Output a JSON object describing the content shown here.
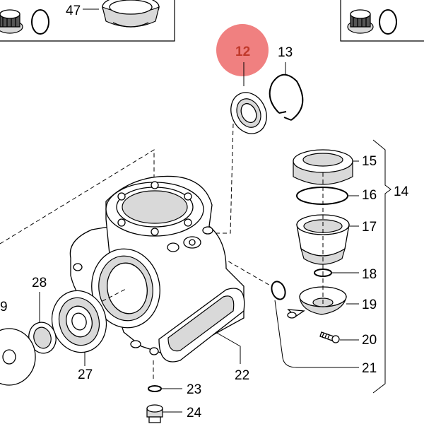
{
  "highlight_color": "#f08080",
  "labels": {
    "p47": "47",
    "p12": "12",
    "p13": "13",
    "p15": "15",
    "p16": "16",
    "p14": "14",
    "p17": "17",
    "p18": "18",
    "p19": "19",
    "p20": "20",
    "p21": "21",
    "p22": "22",
    "p23": "23",
    "p24": "24",
    "p27": "27",
    "p28": "28",
    "p9": "9"
  }
}
